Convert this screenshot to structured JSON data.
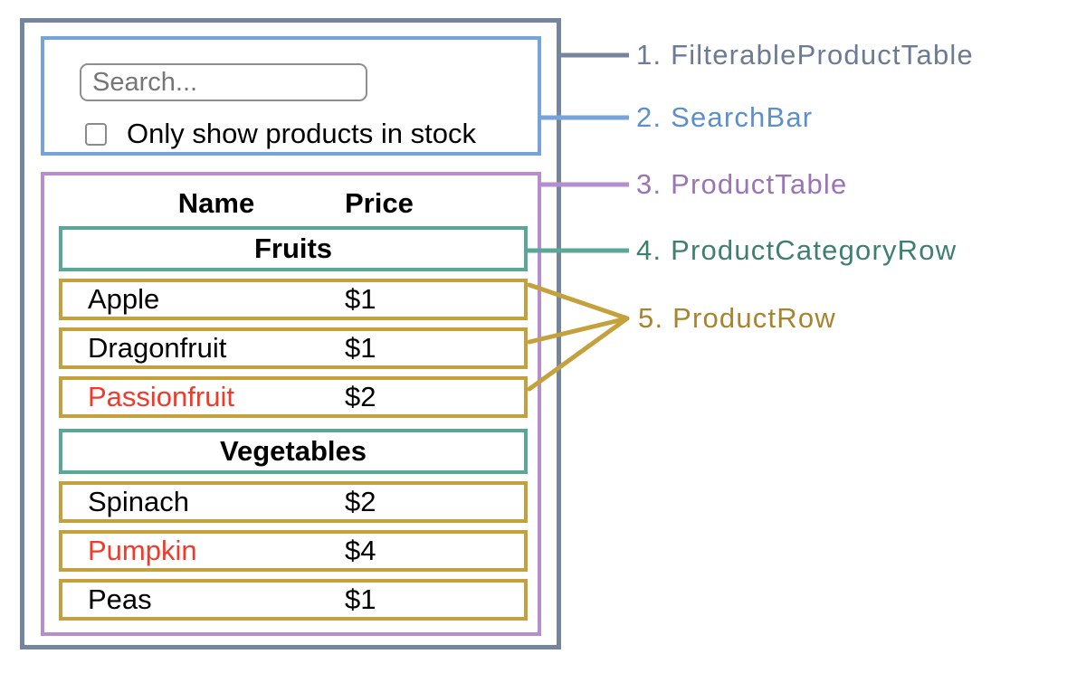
{
  "palette": {
    "filterable_product_table": "#76859e",
    "search_bar": "#78a3d8",
    "product_table": "#b58ed0",
    "product_category_row": "#5aa79a",
    "product_row": "#c5a13d",
    "out_of_stock_text": "#f13a2a",
    "normal_text": "#000000"
  },
  "labels": [
    {
      "text": "1. FilterableProductTable",
      "color": "#6b7b94"
    },
    {
      "text": "2. SearchBar",
      "color": "#5d8fc9"
    },
    {
      "text": "3. ProductTable",
      "color": "#9b74b6"
    },
    {
      "text": "4. ProductCategoryRow",
      "color": "#3f7f70"
    },
    {
      "text": "5. ProductRow",
      "color": "#a8842d"
    }
  ],
  "search_bar": {
    "placeholder": "Search...",
    "checkbox_label": "Only show products in stock"
  },
  "table": {
    "header": {
      "name": "Name",
      "price": "Price"
    },
    "sections": [
      {
        "category": "Fruits",
        "rows": [
          {
            "name": "Apple",
            "price": "$1",
            "name_color": "#000000"
          },
          {
            "name": "Dragonfruit",
            "price": "$1",
            "name_color": "#000000"
          },
          {
            "name": "Passionfruit",
            "price": "$2",
            "name_color": "#f13a2a"
          }
        ]
      },
      {
        "category": "Vegetables",
        "rows": [
          {
            "name": "Spinach",
            "price": "$2",
            "name_color": "#000000"
          },
          {
            "name": "Pumpkin",
            "price": "$4",
            "name_color": "#f13a2a"
          },
          {
            "name": "Peas",
            "price": "$1",
            "name_color": "#000000"
          }
        ]
      }
    ]
  }
}
